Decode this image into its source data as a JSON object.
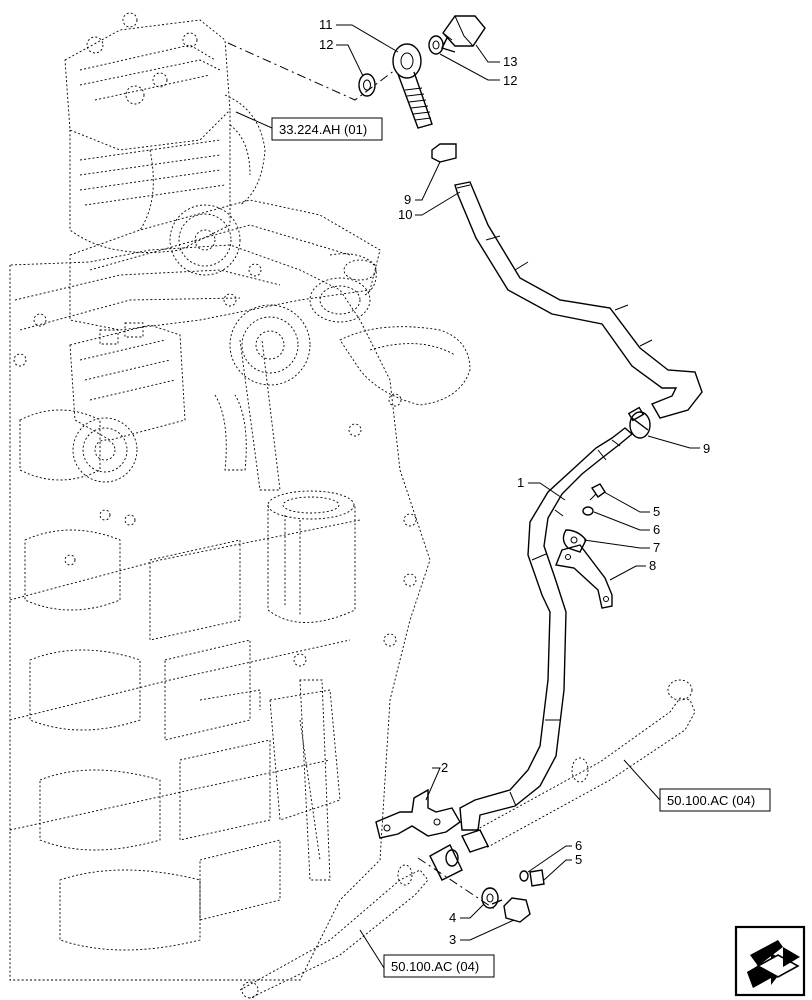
{
  "diagram": {
    "callouts": [
      "1",
      "2",
      "3",
      "4",
      "5",
      "6",
      "7",
      "8",
      "9",
      "10",
      "11",
      "12",
      "13"
    ],
    "part_labels": {
      "p1": "1",
      "p2": "2",
      "p3": "3",
      "p4": "4",
      "p5a": "5",
      "p5b": "5",
      "p6a": "6",
      "p6b": "6",
      "p7": "7",
      "p8": "8",
      "p9a": "9",
      "p9b": "9",
      "p10": "10",
      "p11": "11",
      "p12a": "12",
      "p12b": "12",
      "p13": "13"
    },
    "references": {
      "compressor_ref": "33.224.AH (01)",
      "return_line_upper_ref": "50.100.AC (04)",
      "return_line_lower_ref": "50.100.AC (04)"
    },
    "corner_icon": "navigation-arrow-icon"
  }
}
